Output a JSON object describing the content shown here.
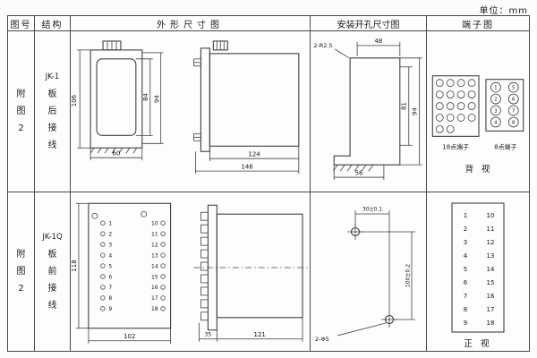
{
  "unit_label": "单位：mm",
  "headers": {
    "fig_no": "图号",
    "structure": "结构",
    "outline": "外形尺寸图",
    "install": "安装开孔尺寸图",
    "terminal": "端子图"
  },
  "row1": {
    "fig": [
      "附",
      "图",
      "2"
    ],
    "structure": [
      "JK-1",
      "板",
      "后",
      "接",
      "线"
    ],
    "outline": {
      "front_h": "106",
      "inner_h": "84",
      "outer_h": "94",
      "front_w": "60",
      "side_body": "124",
      "side_total": "146"
    },
    "install": {
      "corner_note": "2-R2.5",
      "top_w": "48",
      "inner_h": "81",
      "total_h": "94",
      "bottom_w": "56"
    },
    "terminal": {
      "left_label": "18点端子",
      "right_label": "8点端子",
      "view_label": "背 视",
      "block8_left": [
        "1",
        "2",
        "3",
        "4"
      ],
      "block8_right": [
        "5",
        "6",
        "7",
        "8"
      ]
    }
  },
  "row2": {
    "fig": [
      "附",
      "图",
      "2"
    ],
    "structure": [
      "JK-1Q",
      "板",
      "前",
      "接",
      "线"
    ],
    "outline": {
      "front_h": "118",
      "front_w": "102",
      "side_plate": "35",
      "side_body": "121",
      "left_terms": [
        "1",
        "2",
        "3",
        "4",
        "5",
        "6",
        "7",
        "8",
        "9"
      ],
      "right_terms": [
        "10",
        "11",
        "12",
        "13",
        "14",
        "15",
        "16",
        "17",
        "18"
      ]
    },
    "install": {
      "top_dim": "30±0.1",
      "side_dim": "100±0.2",
      "hole_note": "2-Φ5"
    },
    "terminal": {
      "view_label": "正 视",
      "left_col": [
        "1",
        "2",
        "3",
        "4",
        "5",
        "6",
        "7",
        "8",
        "9"
      ],
      "right_col": [
        "10",
        "11",
        "12",
        "13",
        "14",
        "15",
        "16",
        "17",
        "18"
      ]
    }
  }
}
